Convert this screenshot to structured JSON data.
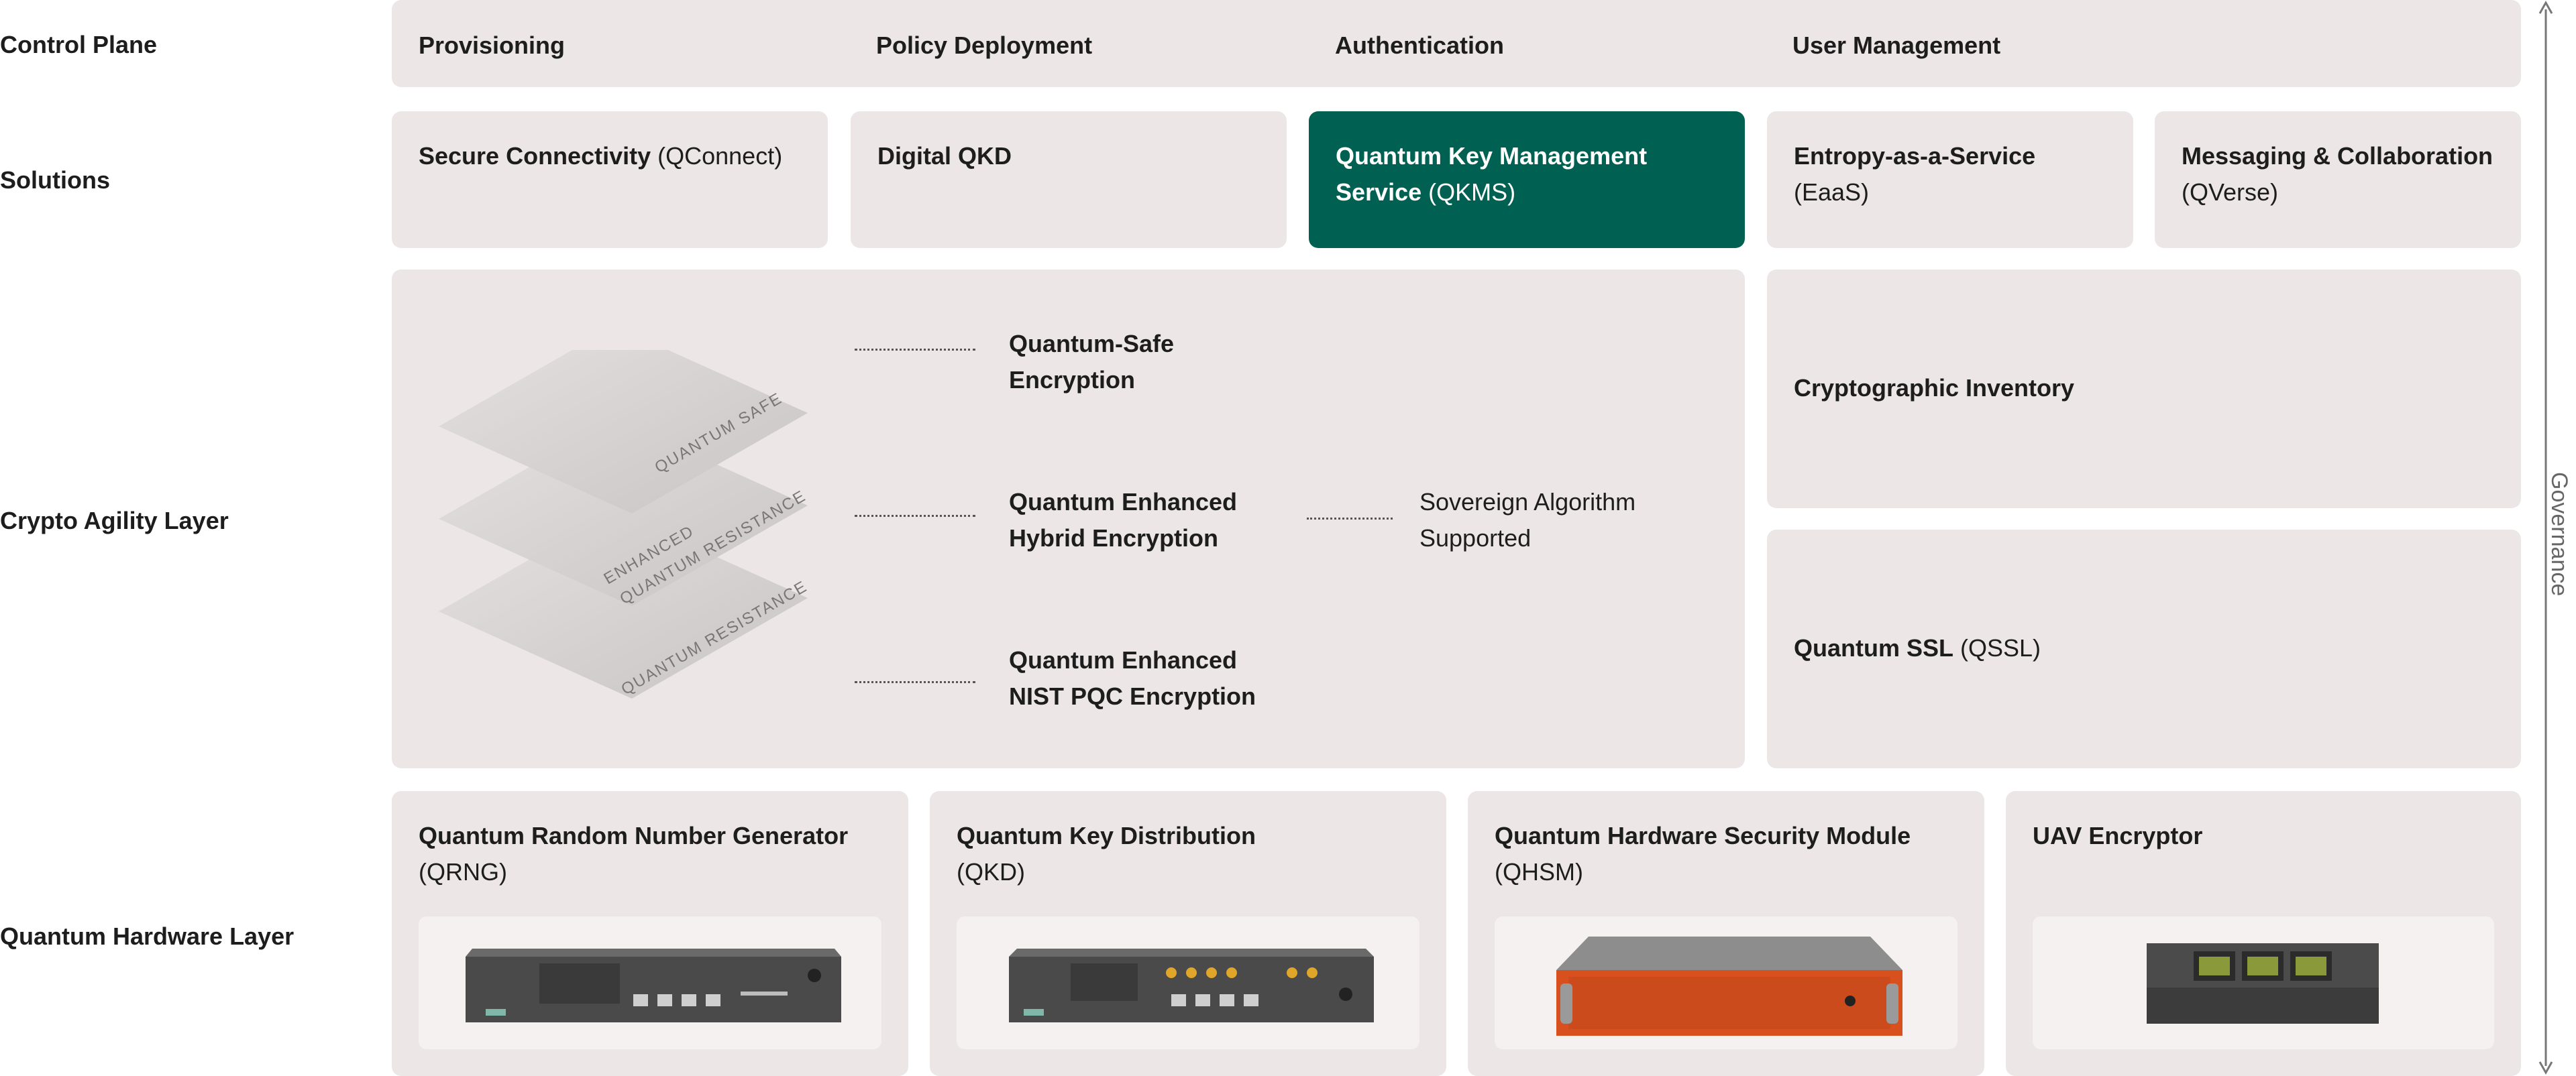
{
  "rows": {
    "control_plane": "Control Plane",
    "solutions": "Solutions",
    "crypto_agility": "Crypto Agility Layer",
    "quantum_hardware": "Quantum Hardware Layer"
  },
  "control_plane_items": [
    "Provisioning",
    "Policy Deployment",
    "Authentication",
    "User Management"
  ],
  "solutions": [
    {
      "bold": "Secure Connectivity",
      "rest": " (QConnect)"
    },
    {
      "bold": "Digital QKD",
      "rest": ""
    },
    {
      "bold": "Quantum Key Management Service",
      "rest": " (QKMS)"
    },
    {
      "bold": "Entropy-as-a-Service",
      "rest": "(EaaS)"
    },
    {
      "bold": "Messaging & Collaboration",
      "rest": "(QVerse)"
    }
  ],
  "crypto": {
    "layers": [
      "QUANTUM SAFE",
      "ENHANCED",
      "QUANTUM RESISTANCE",
      "QUANTUM RESISTANCE"
    ],
    "encryption": [
      "Quantum-Safe Encryption",
      "Quantum Enhanced Hybrid Encryption",
      "Quantum Enhanced NIST PQC Encryption"
    ],
    "sovereign": "Sovereign Algorithm Supported",
    "inventory": "Cryptographic Inventory",
    "qssl_bold": "Quantum SSL",
    "qssl_rest": " (QSSL)"
  },
  "hardware": [
    {
      "bold": "Quantum Random Number Generator",
      "rest": "(QRNG)"
    },
    {
      "bold": "Quantum Key Distribution",
      "rest": "(QKD)"
    },
    {
      "bold": "Quantum Hardware Security Module",
      "rest": "(QHSM)"
    },
    {
      "bold": "UAV Encryptor",
      "rest": ""
    }
  ],
  "governance": "Governance",
  "colors": {
    "panel": "#ece6e6",
    "highlight": "#006152",
    "device_dark": "#4a4a4a",
    "device_orange": "#d8501e",
    "device_green": "#8a9a3a"
  }
}
